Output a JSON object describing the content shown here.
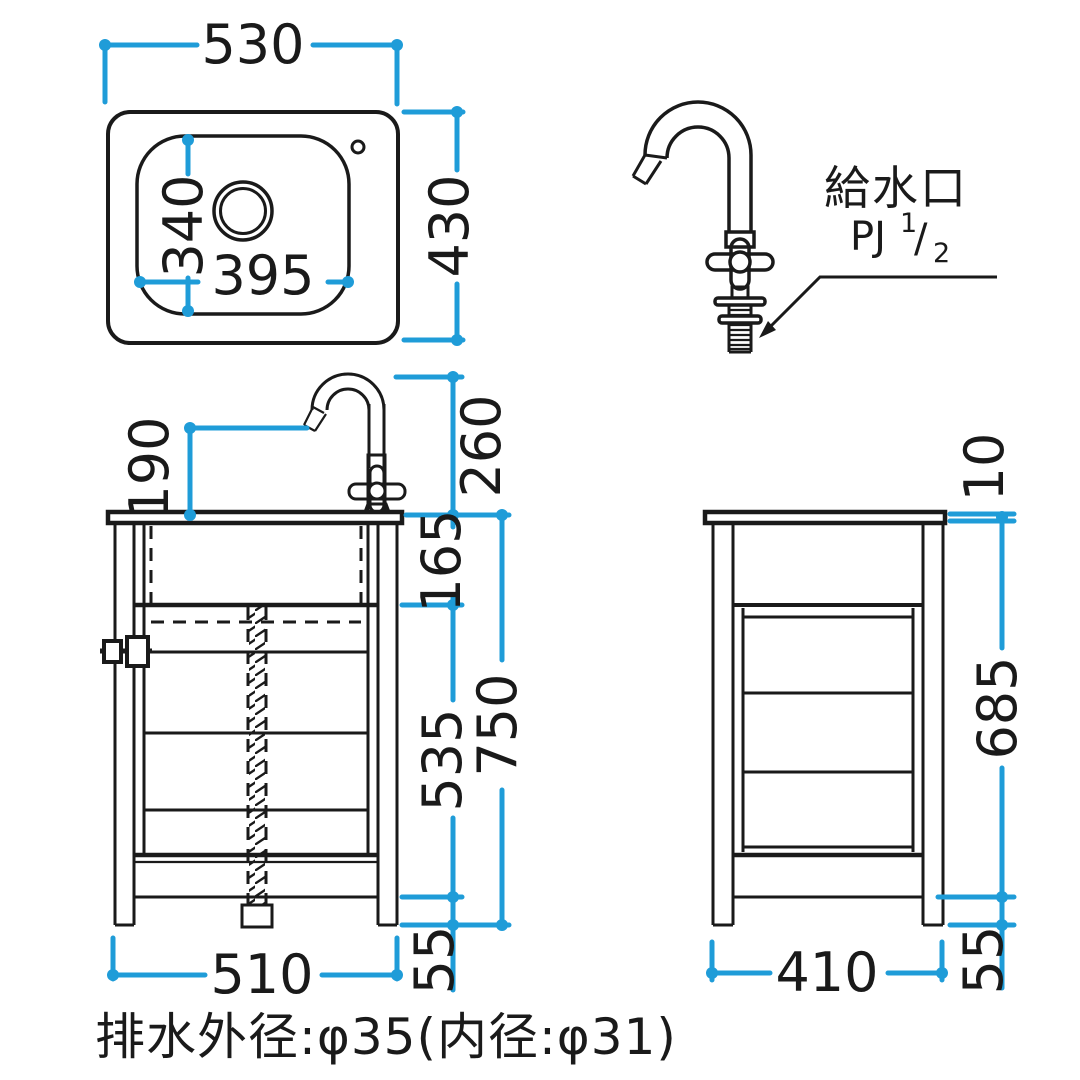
{
  "colors": {
    "dimension": "#1f9cd8",
    "ink": "#1a1a1a",
    "background": "#ffffff"
  },
  "top_view": {
    "overall_width": "530",
    "overall_depth": "430",
    "basin_width": "395",
    "basin_depth": "340"
  },
  "faucet_detail": {
    "label": "給水口",
    "spec_prefix": "PJ",
    "spec_numerator": "1",
    "spec_slash": "/",
    "spec_denominator": "2"
  },
  "front_view": {
    "spout_height": "190",
    "faucet_top_height": "260",
    "basin_depth": "165",
    "under_basin_height": "535",
    "overall_height": "750",
    "leg_height": "55",
    "leg_span_width": "510"
  },
  "side_view": {
    "countertop_thickness": "10",
    "body_height": "685",
    "leg_height": "55",
    "leg_span_depth": "410"
  },
  "footer_note": "排水外径:φ35(内径:φ31)"
}
